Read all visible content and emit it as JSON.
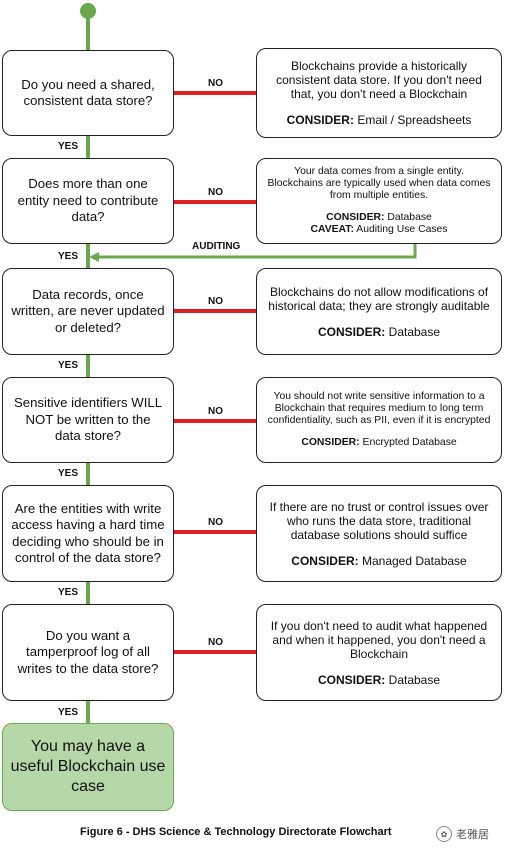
{
  "flow": {
    "yes_label": "YES",
    "no_label": "NO",
    "auditing_label": "AUDITING",
    "steps": [
      {
        "question": "Do you need a shared, consistent data store?",
        "info": [
          "Blockchains provide a historically consistent data store. If you don't need that, you don't need a Blockchain"
        ],
        "consider_label": "CONSIDER:",
        "consider_value": "Email / Spreadsheets"
      },
      {
        "question": "Does more than one entity need to contribute data?",
        "info": [
          "Your data comes from a single entity. Blockchains are typically used when data comes from multiple entities."
        ],
        "consider_label": "CONSIDER:",
        "consider_value": "Database",
        "caveat_label": "CAVEAT:",
        "caveat_value": "Auditing Use Cases"
      },
      {
        "question": "Data records, once written, are never updated or deleted?",
        "info": [
          "Blockchains do not allow modifications of historical data; they are strongly auditable"
        ],
        "consider_label": "CONSIDER:",
        "consider_value": "Database"
      },
      {
        "question": "Sensitive identifiers WILL NOT be written to the data store?",
        "info": [
          "You should not write sensitive information to a Blockchain that requires medium to long term confidentiality, such as PII, even if it is encrypted"
        ],
        "consider_label": "CONSIDER:",
        "consider_value": "Encrypted Database"
      },
      {
        "question": "Are the entities with write access having a hard time deciding who should be in control of the data store?",
        "info": [
          "If there are no trust or control issues over who runs the data store, traditional database solutions should suffice"
        ],
        "consider_label": "CONSIDER:",
        "consider_value": "Managed Database"
      },
      {
        "question": "Do you want a tamperproof log of all writes to the data store?",
        "info": [
          "If you don't need to audit what happened and when it happened, you don't need a Blockchain"
        ],
        "consider_label": "CONSIDER:",
        "consider_value": "Database"
      }
    ],
    "final": "You may have a useful Blockchain use case"
  },
  "caption": "Figure 6 - DHS Science & Technology Directorate Flowchart",
  "watermark": "老雅居",
  "colors": {
    "yes_line": "#6aa84f",
    "no_line": "#e02020",
    "final_fill": "#b6d7a8"
  }
}
